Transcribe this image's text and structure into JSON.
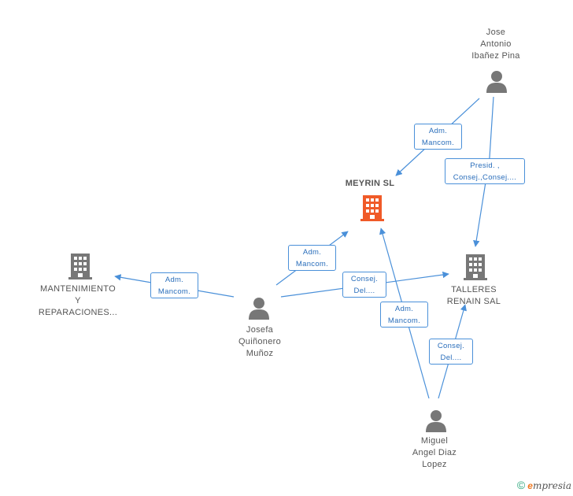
{
  "colors": {
    "edge": "#4a90d9",
    "edge_text": "#2a6ebb",
    "person_icon": "#777777",
    "company_icon": "#777777",
    "main_company_icon": "#f05a28"
  },
  "nodes": {
    "jose": {
      "lines": [
        "Jose",
        "Antonio",
        "Ibañez Pina"
      ],
      "icon": "person-icon"
    },
    "meyrin": {
      "lines": [
        "MEYRIN SL"
      ],
      "icon": "building-icon"
    },
    "talleres": {
      "lines": [
        "TALLERES",
        "RENAIN SAL"
      ],
      "icon": "building-icon"
    },
    "mantenimiento": {
      "lines": [
        "MANTENIMIENTO",
        "Y",
        "REPARACIONES..."
      ],
      "icon": "building-icon"
    },
    "josefa": {
      "lines": [
        "Josefa",
        "Quiñonero",
        "Muñoz"
      ],
      "icon": "person-icon"
    },
    "miguel": {
      "lines": [
        "Miguel",
        "Angel Diaz",
        "Lopez"
      ],
      "icon": "person-icon"
    }
  },
  "edges": [
    {
      "from": "jose",
      "to": "meyrin",
      "lines": [
        "Adm.",
        "Mancom."
      ]
    },
    {
      "from": "jose",
      "to": "talleres",
      "lines": [
        "Presid. ,",
        "Consej.,Consej...."
      ]
    },
    {
      "from": "josefa",
      "to": "meyrin",
      "lines": [
        "Adm.",
        "Mancom."
      ]
    },
    {
      "from": "josefa",
      "to": "mantenimiento",
      "lines": [
        "Adm.",
        "Mancom."
      ]
    },
    {
      "from": "josefa",
      "to": "talleres",
      "lines": [
        "Consej.",
        "Del...."
      ]
    },
    {
      "from": "miguel",
      "to": "meyrin",
      "lines": [
        "Adm.",
        "Mancom."
      ]
    },
    {
      "from": "miguel",
      "to": "talleres",
      "lines": [
        "Consej.",
        "Del...."
      ]
    }
  ],
  "footer": {
    "copyright": "©",
    "brand_e": "e",
    "brand_rest": "mpresia"
  }
}
